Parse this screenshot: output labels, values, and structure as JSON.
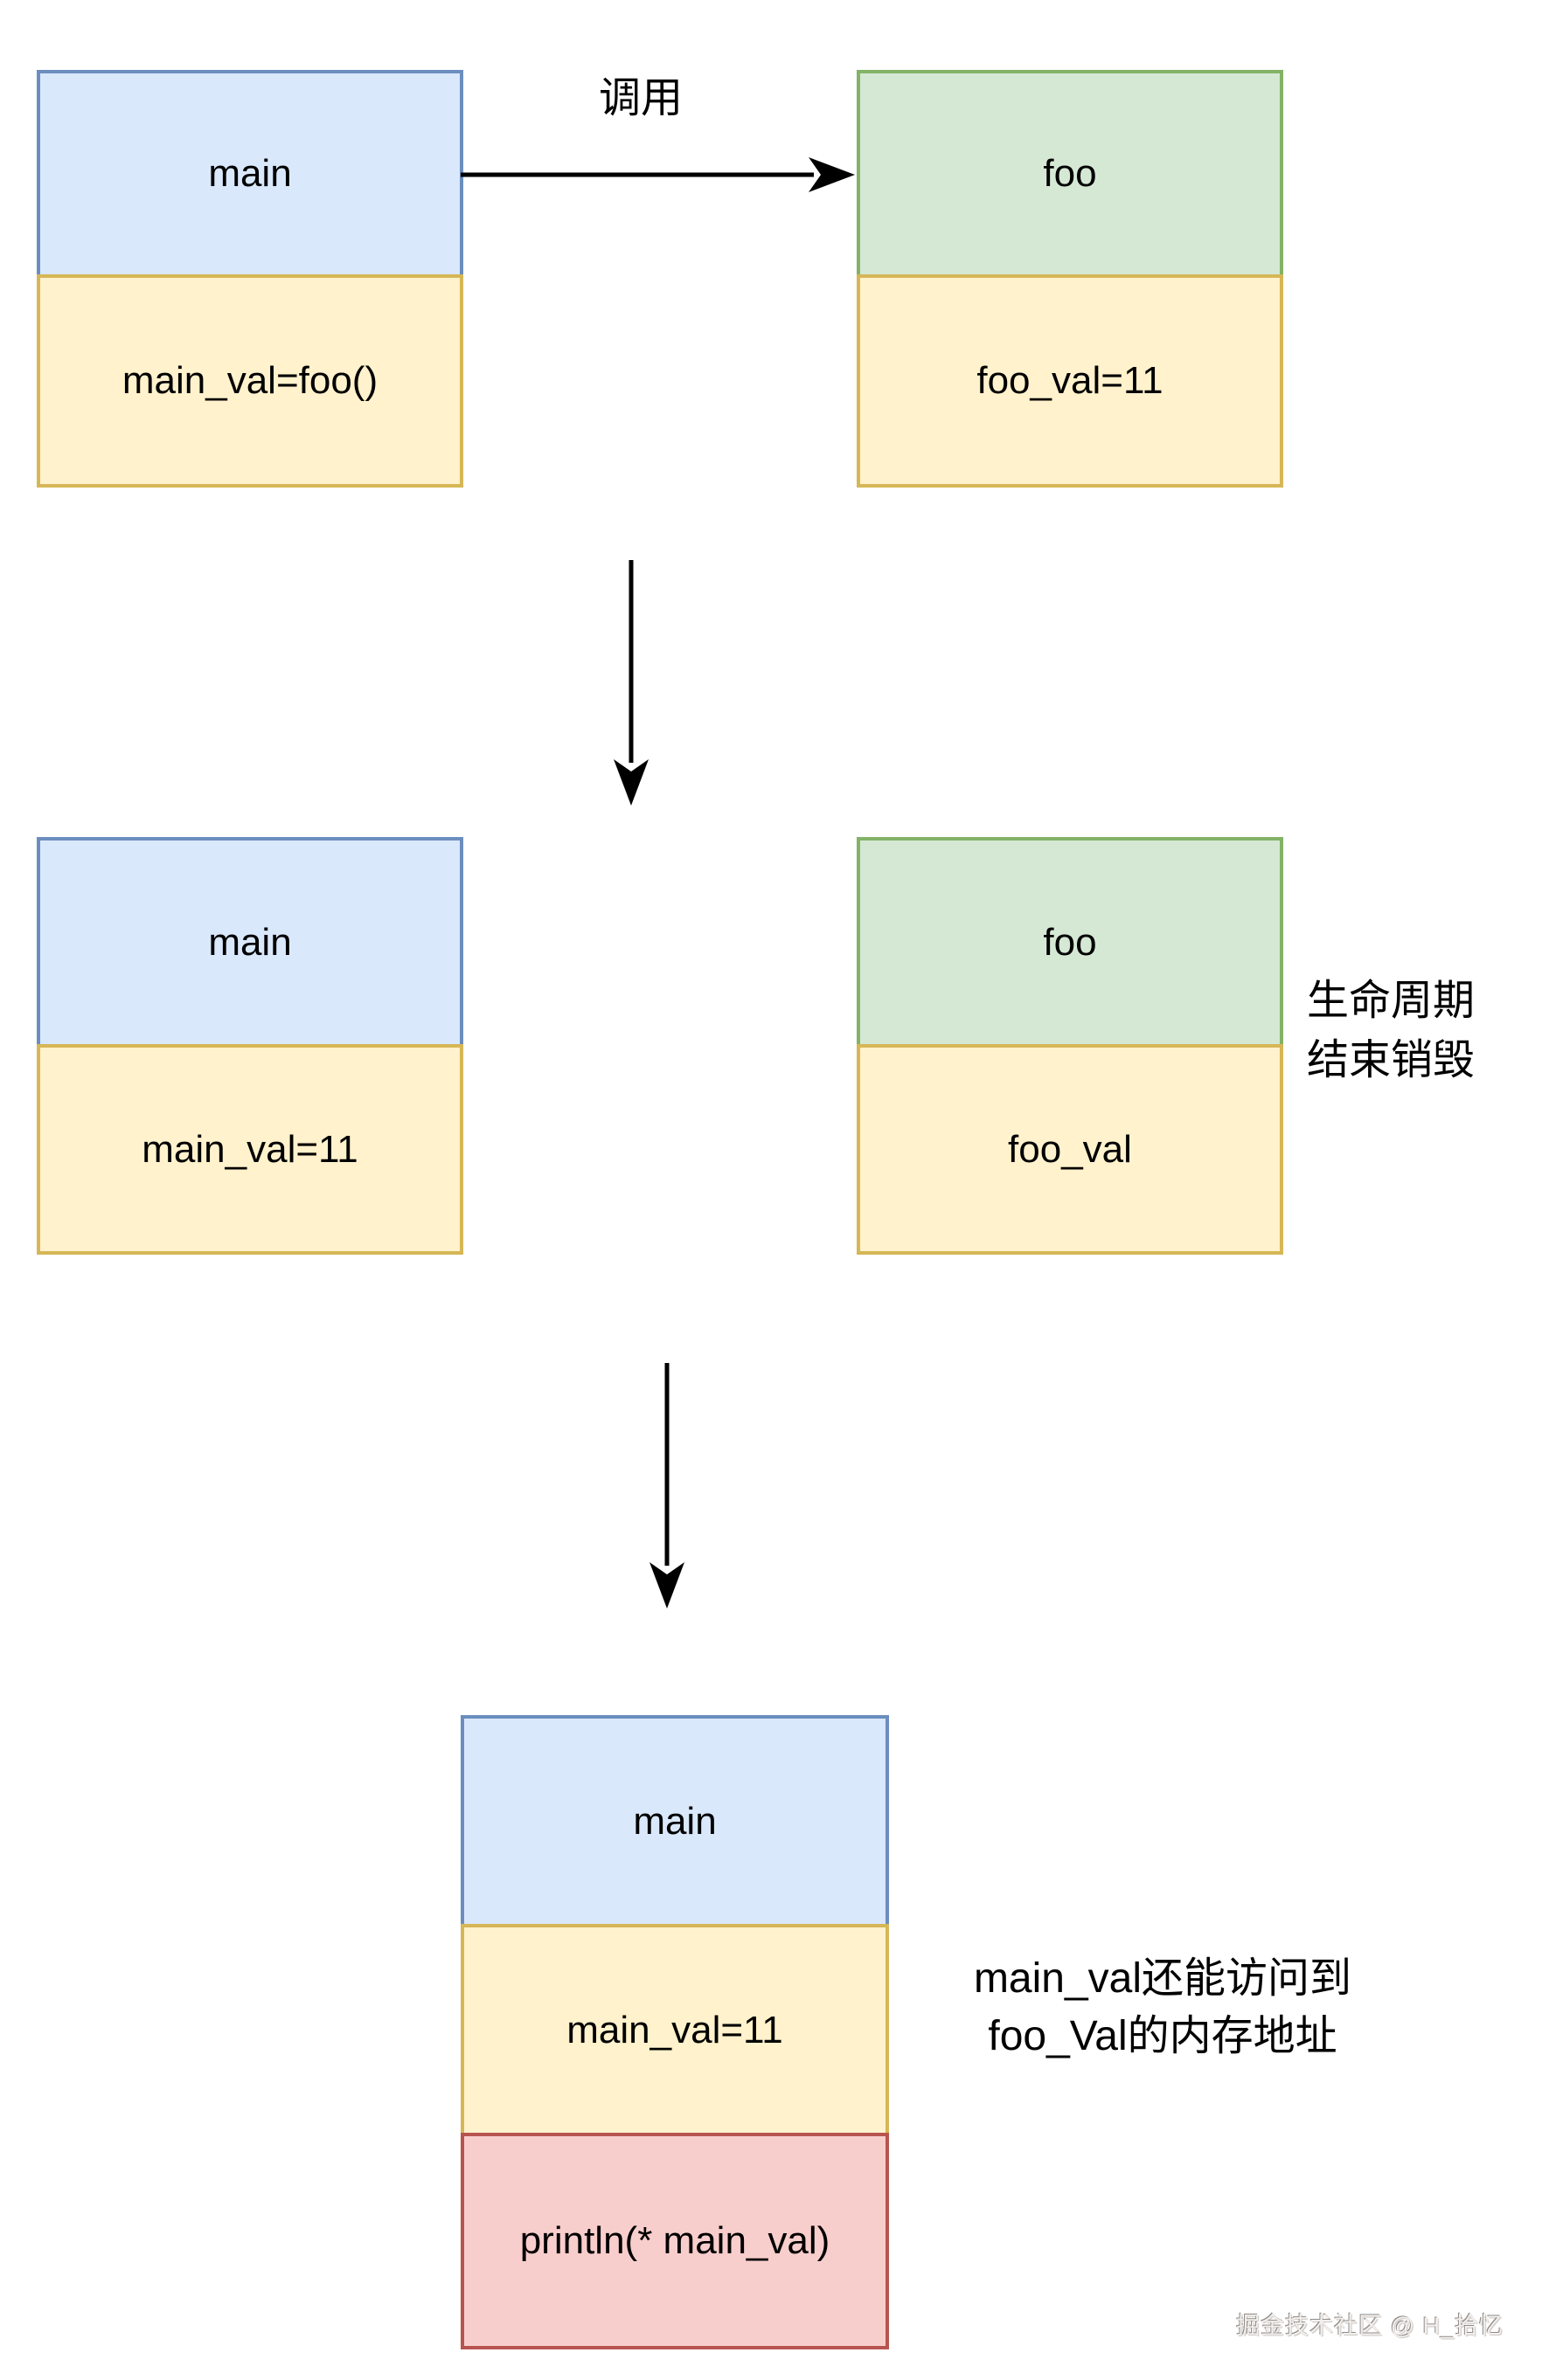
{
  "stage1": {
    "main_box": {
      "header": "main",
      "body": "main_val=foo()"
    },
    "foo_box": {
      "header": "foo",
      "body": "foo_val=11"
    },
    "call_label": "调用"
  },
  "stage2": {
    "main_box": {
      "header": "main",
      "body": "main_val=11"
    },
    "foo_box": {
      "header": "foo",
      "body": "foo_val"
    },
    "annotation": "生命周期\n结束销毁"
  },
  "stage3": {
    "main_box": {
      "header": "main",
      "body": "main_val=11",
      "footer": "println(* main_val)"
    },
    "annotation": "main_val还能访问到\nfoo_Val的内存地址"
  },
  "watermark": "掘金技术社区 @ H_拾忆",
  "colors": {
    "blue_fill": "#dae8fc",
    "blue_border": "#6c8ebf",
    "green_fill": "#d5e8d4",
    "green_border": "#82b366",
    "yellow_fill": "#fff2cc",
    "yellow_border": "#d6b656",
    "red_fill": "#f8cecc",
    "red_border": "#b85450",
    "arrow": "#000000"
  }
}
